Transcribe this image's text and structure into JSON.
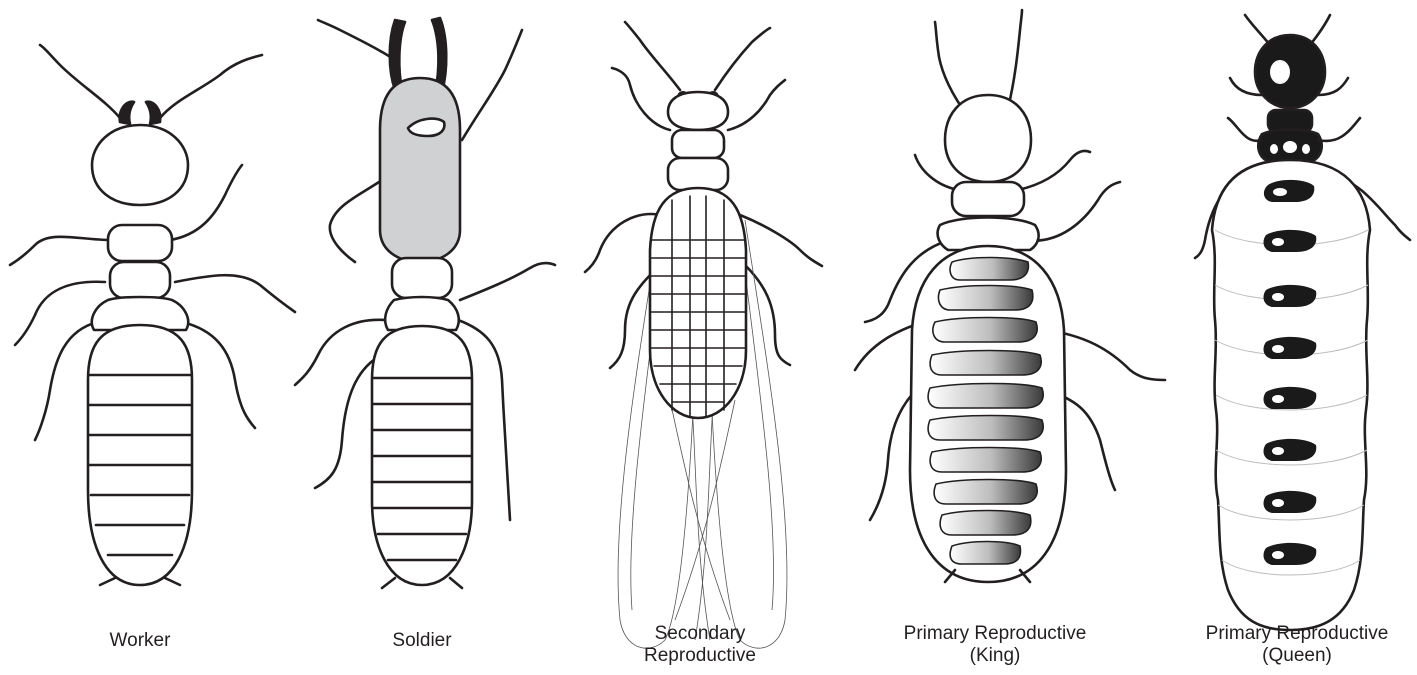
{
  "figure": {
    "castes": [
      {
        "id": "worker",
        "lines": [
          "Worker"
        ]
      },
      {
        "id": "soldier",
        "lines": [
          "Soldier"
        ]
      },
      {
        "id": "secondary-reproductive",
        "lines": [
          "Secondary",
          "Reproductive"
        ]
      },
      {
        "id": "king",
        "lines": [
          "Primary Reproductive",
          "(King)"
        ]
      },
      {
        "id": "queen",
        "lines": [
          "Primary Reproductive",
          "(Queen)"
        ]
      }
    ]
  },
  "colors": {
    "outline": "#231f20",
    "soldier_head_fill": "#d0d1d3",
    "queen_head_fill": "#1a1a1a",
    "king_gradient_dark": "#3a3a3a",
    "background": "#ffffff"
  }
}
